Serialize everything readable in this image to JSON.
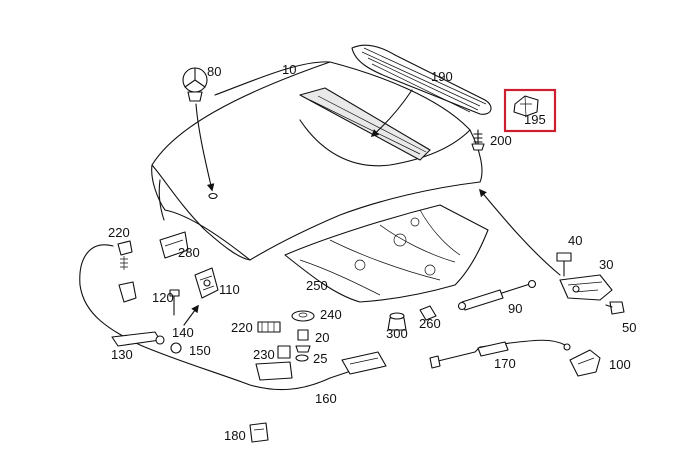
{
  "part_labels": [
    "80",
    "10",
    "190",
    "195",
    "200",
    "220",
    "280",
    "120",
    "110",
    "40",
    "30",
    "250",
    "90",
    "240",
    "220",
    "20",
    "230",
    "25",
    "300",
    "260",
    "50",
    "140",
    "130",
    "150",
    "170",
    "100",
    "160",
    "180"
  ],
  "highlight": {
    "label": "195",
    "color": "#cc1f2f"
  }
}
